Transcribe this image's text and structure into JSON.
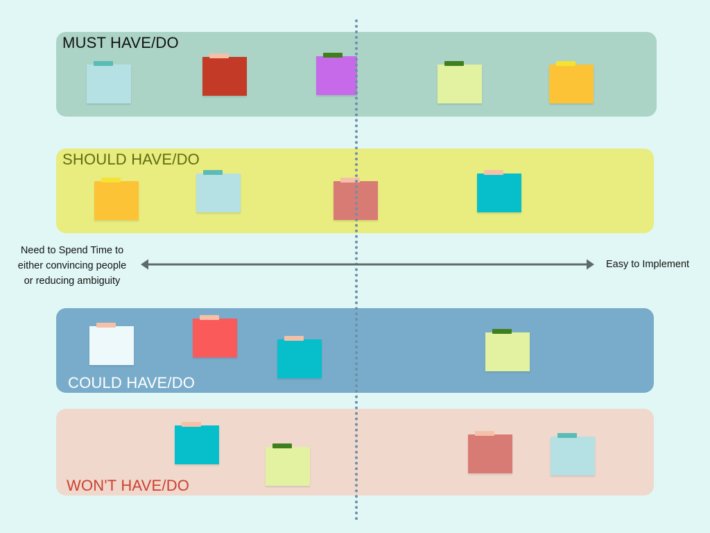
{
  "bands": [
    {
      "label": "MUST HAVE/DO",
      "fill": "#abd3c6",
      "label_color": "#111111"
    },
    {
      "label": "SHOULD HAVE/DO",
      "fill": "#e9ec7e",
      "label_color": "#5f6c12"
    },
    {
      "label": "COULD HAVE/DO",
      "fill": "#79acca",
      "label_color": "#ffffff"
    },
    {
      "label": "WON'T HAVE/DO",
      "fill": "#f0d8cc",
      "label_color": "#cc4030"
    }
  ],
  "axis": {
    "left_label_lines": [
      "Need to Spend Time  to",
      "either convincing people",
      "or reducing ambiguity"
    ],
    "right_label": "Easy to Implement",
    "line_color": "#5f6b6b"
  },
  "note_colors": {
    "light_blue": "#b5e1e4",
    "red": "#c33b27",
    "purple": "#c76ae9",
    "lime": "#e2f2a0",
    "amber": "#fdc336",
    "salmon": "#d87b74",
    "teal": "#07bfca",
    "white": "#edf9fb",
    "coral": "#fb5a5a"
  },
  "tape_colors": {
    "teal": "#5bbbb7",
    "peach": "#f5c0a7",
    "green": "#3f7f1e",
    "yellow": "#f6e232"
  }
}
